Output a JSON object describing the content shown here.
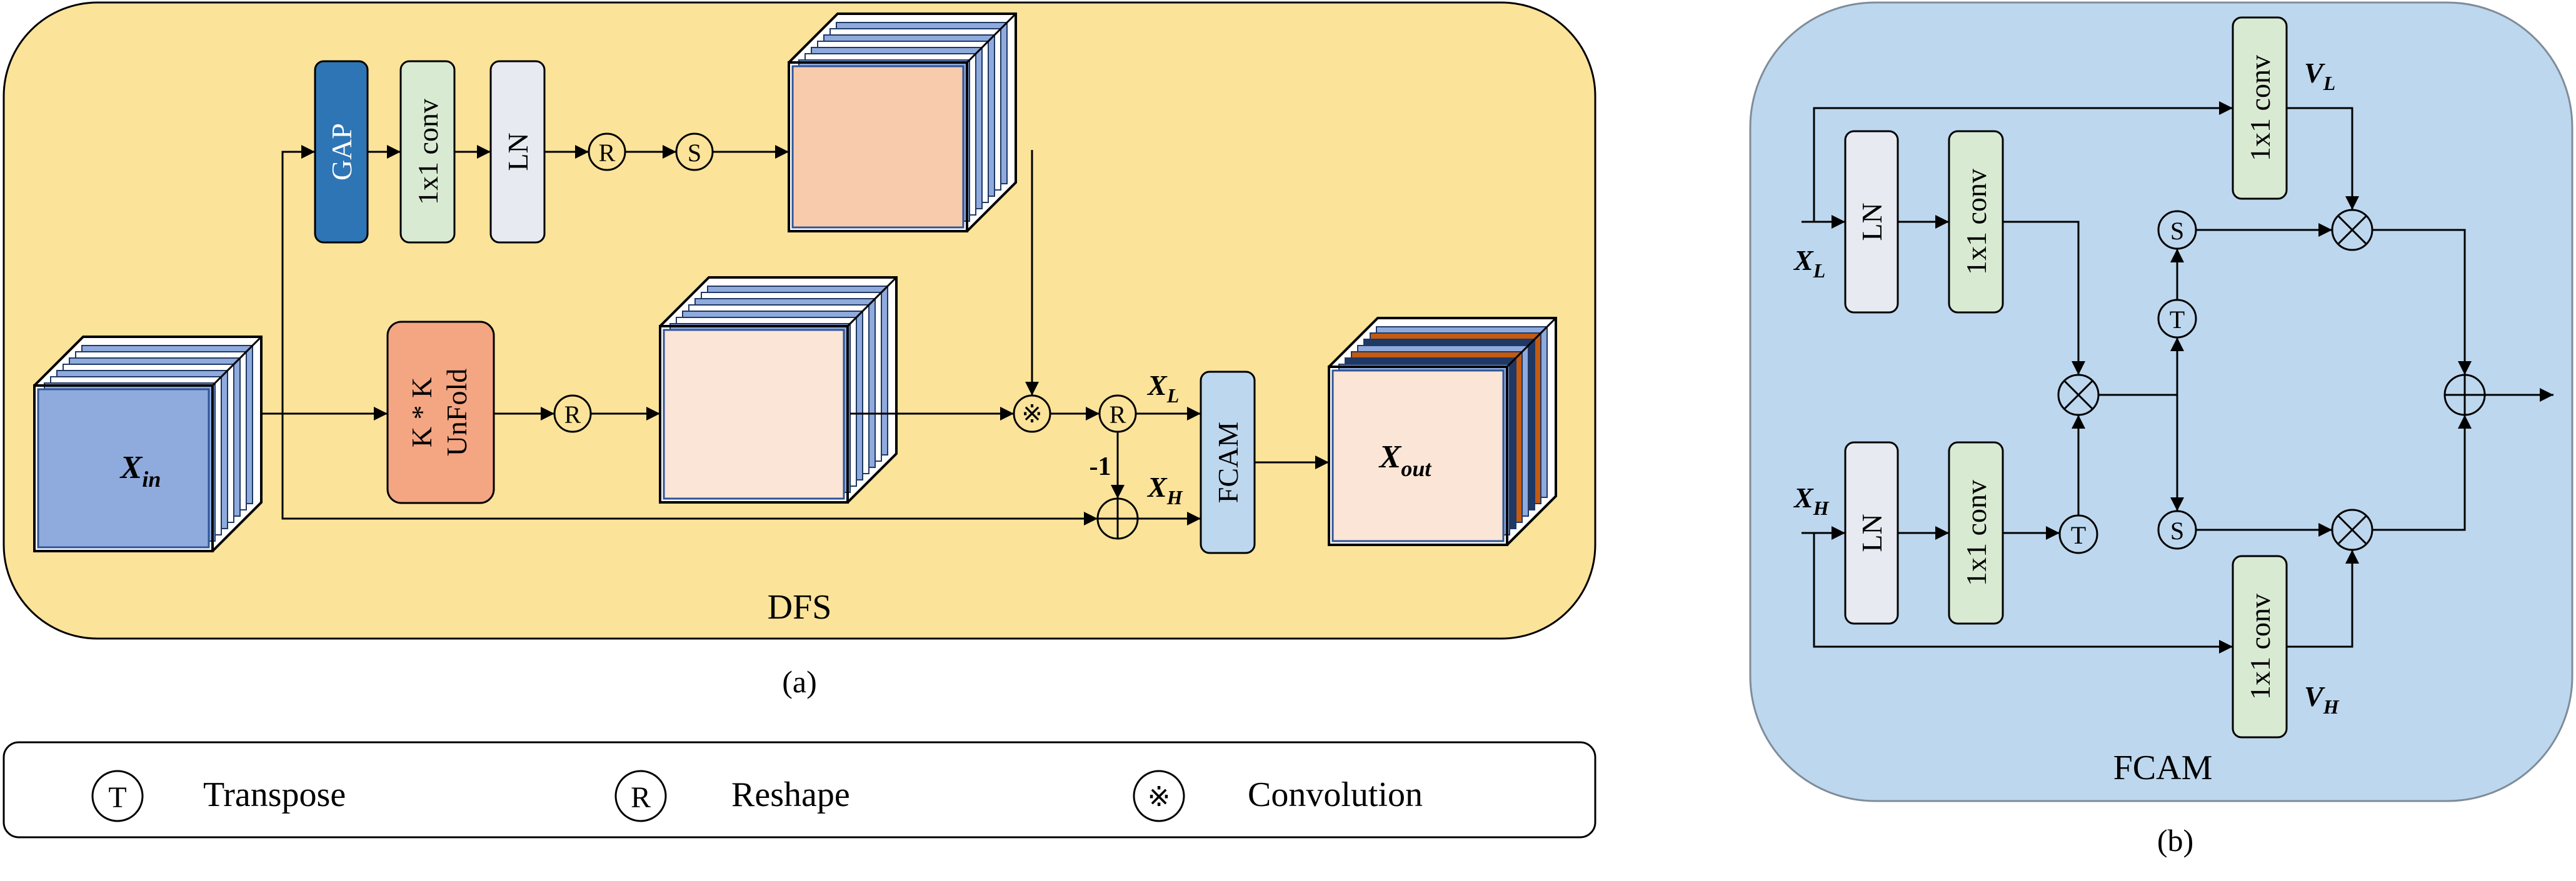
{
  "dfs": {
    "panel_label": "DFS",
    "caption": "(a)",
    "gap": "GAP",
    "conv1x1": "1x1 conv",
    "ln": "LN",
    "unfold_line1": "K * K",
    "unfold_line2": "UnFold",
    "fcam": "FCAM",
    "r": "R",
    "s": "S",
    "conv_symbol": "※",
    "minus_one": "-1",
    "x_in_base": "X",
    "x_in_sub": "in",
    "x_out_base": "X",
    "x_out_sub": "out",
    "xl_base": "X",
    "xl_sub": "L",
    "xh_base": "X",
    "xh_sub": "H"
  },
  "fcam": {
    "panel_label": "FCAM",
    "caption": "(b)",
    "ln": "LN",
    "conv1x1": "1x1 conv",
    "t": "T",
    "s": "S",
    "xl_base": "X",
    "xl_sub": "L",
    "xh_base": "X",
    "xh_sub": "H",
    "vl_base": "V",
    "vl_sub": "L",
    "vh_base": "V",
    "vh_sub": "H"
  },
  "legend": {
    "transpose_symbol": "T",
    "transpose_label": "Transpose",
    "reshape_symbol": "R",
    "reshape_label": "Reshape",
    "convolution_symbol": "※",
    "convolution_label": "Convolution"
  },
  "colors": {
    "dfs_panel": "#fbe39a",
    "fcam_panel": "#bdd7ee",
    "gap_block": "#2e75b6",
    "conv_block": "#d9ead3",
    "ln_block": "#e7eaf1",
    "unfold_block": "#f4a582",
    "fcam_block": "#bdd7ee",
    "cube_blue": "#8faadc",
    "cube_peach": "#f8cbad",
    "cube_light_peach": "#fbe5d6",
    "cube_brown": "#c55a11",
    "cube_navy": "#203864"
  }
}
